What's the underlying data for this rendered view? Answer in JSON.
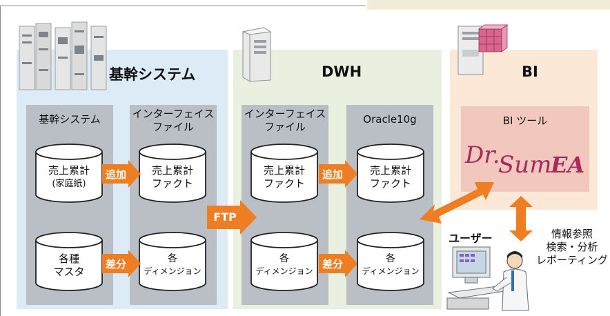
{
  "zones": {
    "core": {
      "title": "基幹システム",
      "bg": "#dcebf6"
    },
    "dwh": {
      "title": "DWH",
      "bg": "#eaf0e0"
    },
    "bi": {
      "title": "BI",
      "bg": "#fbe8d7"
    }
  },
  "columns": {
    "core_system": {
      "title": "基幹システム"
    },
    "core_interface": {
      "title_line1": "インターフェイス",
      "title_line2": "ファイル"
    },
    "dwh_interface": {
      "title_line1": "インターフェイス",
      "title_line2": "ファイル"
    },
    "oracle": {
      "title": "Oracle10g"
    }
  },
  "cylinders": {
    "sales_source": {
      "line1": "売上累計",
      "line2": "(家庭紙)"
    },
    "sales_fact_if": {
      "line1": "売上累計",
      "line2": "ファクト"
    },
    "sales_fact_dwh_if": {
      "line1": "売上累計",
      "line2": "ファクト"
    },
    "sales_fact_oracle": {
      "line1": "売上累計",
      "line2": "ファクト"
    },
    "master": {
      "line1": "各種",
      "line2": "マスタ"
    },
    "dim_if": {
      "line1": "各",
      "line2": "ディメンジョン"
    },
    "dim_dwh_if": {
      "line1": "各",
      "line2": "ディメンジョン"
    },
    "dim_oracle": {
      "line1": "各",
      "line2": "ディメンジョン"
    }
  },
  "arrows": {
    "add1": "追加",
    "diff1": "差分",
    "ftp": "FTP",
    "add2": "追加",
    "diff2": "差分"
  },
  "bi_tool": {
    "title": "BI ツール",
    "logo_text": "Dr.Sum EA"
  },
  "user": {
    "label": "ユーザー"
  },
  "info": {
    "line1": "情報参照",
    "line2": "検索・分析",
    "line3": "レポーティング"
  },
  "colors": {
    "accent": "#ef7d22",
    "logo": "#a8295c",
    "column": "#b9bfc4"
  },
  "icons": [
    "server-rack-icon",
    "tower-server-icon",
    "bi-server-icon",
    "user-at-computer-icon"
  ]
}
